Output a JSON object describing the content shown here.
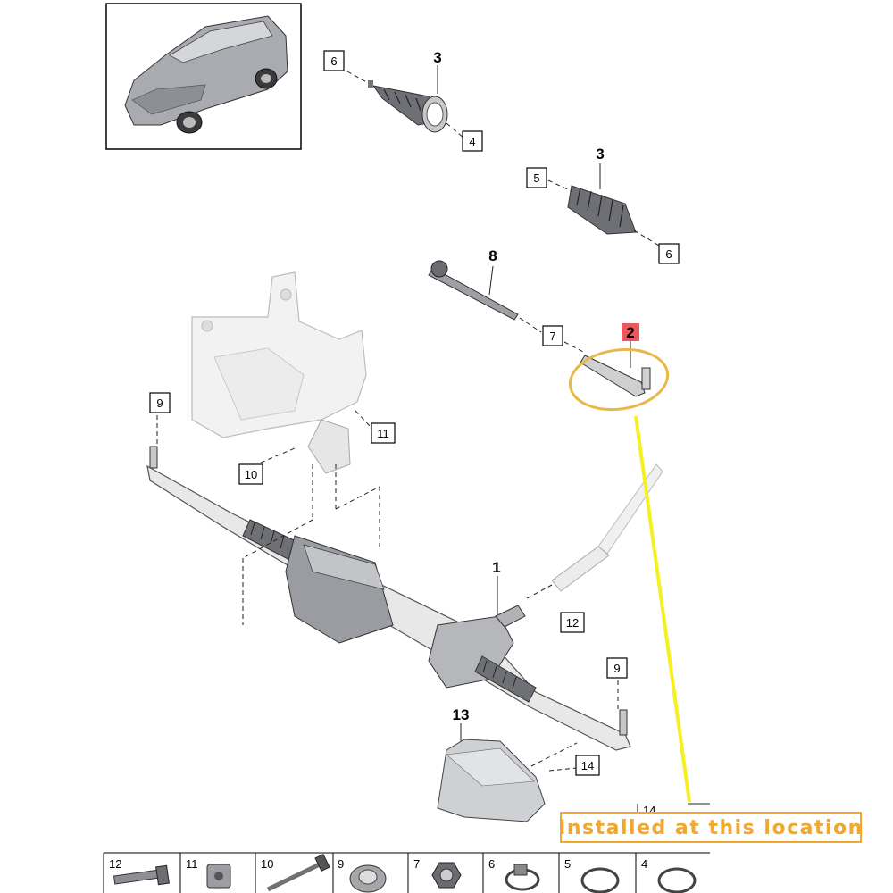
{
  "vehicle_thumbnail": {
    "icon": "car-suv-icon"
  },
  "labels": {
    "part_1": "1",
    "part_2": "2",
    "part_3a": "3",
    "part_3b": "3",
    "part_4": "4",
    "part_5": "5",
    "part_6a": "6",
    "part_6b": "6",
    "part_7": "7",
    "part_8": "8",
    "part_9a": "9",
    "part_9b": "9",
    "part_10": "10",
    "part_11": "11",
    "part_12": "12",
    "part_13": "13",
    "part_14a": "14",
    "part_14b": "14"
  },
  "highlight": {
    "part": "2",
    "color": "#e9585e",
    "ring_color": "#e8b84a",
    "pointer_color": "#f5f020"
  },
  "callout": {
    "text": "Installed at this location",
    "color": "#f0a830"
  },
  "legend": {
    "items": [
      {
        "number": "12",
        "icon": "bolt-icon"
      },
      {
        "number": "11",
        "icon": "square-nut-icon"
      },
      {
        "number": "10",
        "icon": "long-bolt-icon"
      },
      {
        "number": "9",
        "icon": "flange-nut-icon"
      },
      {
        "number": "7",
        "icon": "hex-nut-icon"
      },
      {
        "number": "6",
        "icon": "clamp-icon"
      },
      {
        "number": "5",
        "icon": "hose-clamp-icon"
      },
      {
        "number": "4",
        "icon": "hose-clamp-icon"
      }
    ]
  }
}
